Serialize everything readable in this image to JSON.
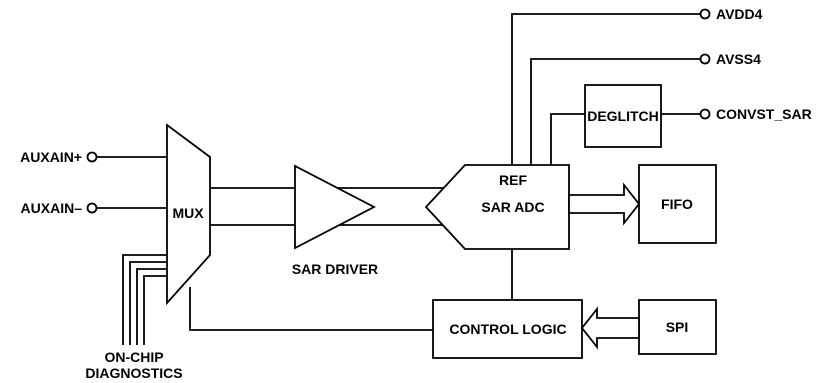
{
  "pins": {
    "avdd4": "AVDD4",
    "avss4": "AVSS4",
    "convst_sar": "CONVST_SAR",
    "auxain_plus": "AUXAIN+",
    "auxain_minus": "AUXAIN–"
  },
  "blocks": {
    "mux": "MUX",
    "sar_driver": "SAR DRIVER",
    "ref": "REF",
    "sar_adc": "SAR ADC",
    "deglitch": "DEGLITCH",
    "fifo": "FIFO",
    "control_logic": "CONTROL LOGIC",
    "spi": "SPI"
  },
  "diagnostics": {
    "line1": "ON-CHIP",
    "line2": "DIAGNOSTICS"
  }
}
